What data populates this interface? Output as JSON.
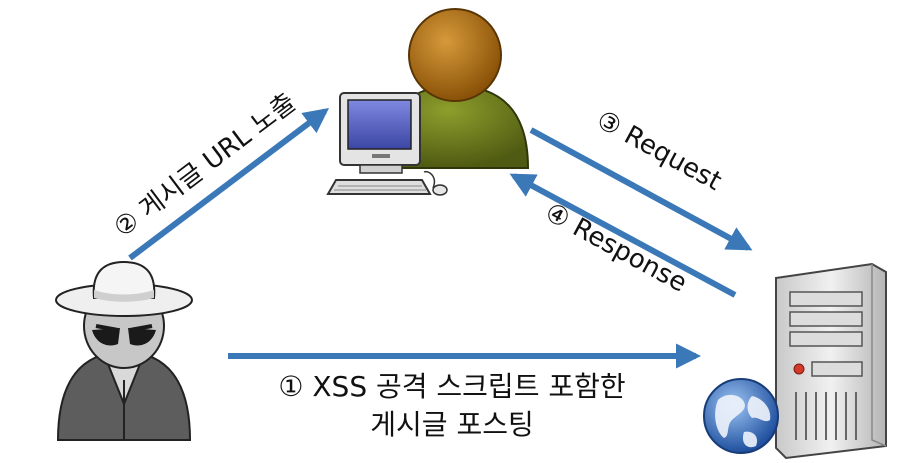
{
  "labels": {
    "step1_line1": "① XSS 공격 스크립트 포함한",
    "step1_line2": "게시글 포스팅",
    "step2": "② 게시글 URL 노출",
    "step3": "③ Request",
    "step4": "④ Response"
  },
  "nodes": [
    {
      "id": "attacker",
      "icon": "spy-hacker-icon"
    },
    {
      "id": "victim-user",
      "icon": "user-at-computer-icon"
    },
    {
      "id": "web-server",
      "icon": "server-with-globe-icon"
    }
  ],
  "edges": [
    {
      "from": "attacker",
      "to": "web-server",
      "label_key": "step1"
    },
    {
      "from": "attacker",
      "to": "victim-user",
      "label_key": "step2"
    },
    {
      "from": "victim-user",
      "to": "web-server",
      "label_key": "step3"
    },
    {
      "from": "web-server",
      "to": "victim-user",
      "label_key": "step4"
    }
  ],
  "colors": {
    "arrow": "#3b78b8",
    "victim_head": "#a86a12",
    "victim_body": "#6b7a1e",
    "monitor_screen": "#4f59b8",
    "globe": "#3a6fc4"
  }
}
